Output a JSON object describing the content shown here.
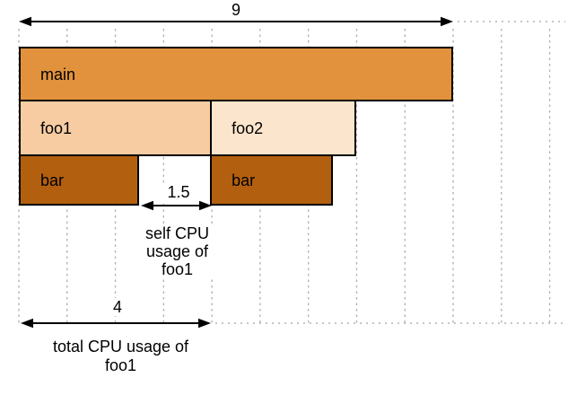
{
  "figure": {
    "background": "#ffffff",
    "grid_color": "#b3b3b3",
    "frame_border_color": "#000000",
    "arrow_color": "#000000",
    "total_units": 9
  },
  "frames": [
    {
      "name": "main",
      "label": "main",
      "row": 0,
      "start": 0,
      "width": 9,
      "fill": "#e2923d"
    },
    {
      "name": "foo1",
      "label": "foo1",
      "row": 1,
      "start": 0,
      "width": 4,
      "fill": "#f7cca3"
    },
    {
      "name": "foo2",
      "label": "foo2",
      "row": 1,
      "start": 4,
      "width": 3,
      "fill": "#fbe5cc"
    },
    {
      "name": "bar-left",
      "label": "bar",
      "row": 2,
      "start": 0,
      "width": 2.5,
      "fill": "#b2600f"
    },
    {
      "name": "bar-right",
      "label": "bar",
      "row": 2,
      "start": 4,
      "width": 2.5,
      "fill": "#b2600f"
    }
  ],
  "measurements": [
    {
      "name": "total-width",
      "value": "9",
      "from": 0,
      "to": 9,
      "caption": ""
    },
    {
      "name": "self-usage",
      "value": "1.5",
      "from": 2.5,
      "to": 4,
      "caption": "self CPU usage of foo1"
    },
    {
      "name": "total-usage",
      "value": "4",
      "from": 0,
      "to": 4,
      "caption": "total CPU usage of foo1"
    }
  ]
}
